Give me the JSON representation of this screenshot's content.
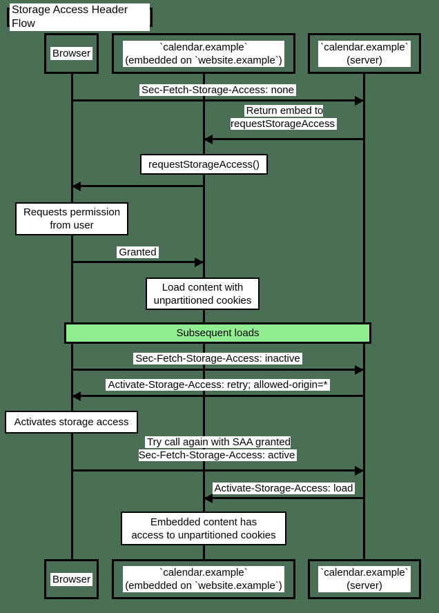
{
  "title": "Storage Access Header Flow",
  "colors": {
    "background": "#4a6f54",
    "line": "#000000",
    "label_background": "#ffffff",
    "text": "#000000",
    "loop_band_fill": "#90ee90"
  },
  "participants": {
    "browser": {
      "label": "Browser"
    },
    "embed": {
      "label": "`calendar.example`\n(embedded on `website.example`)"
    },
    "server": {
      "label": "`calendar.example`\n(server)"
    }
  },
  "messages": [
    {
      "label": "Sec-Fetch-Storage-Access: none",
      "from": "browser",
      "to": "server",
      "direction": "right"
    },
    {
      "label": "Return embed to\nrequestStorageAccess",
      "from": "server",
      "to": "embed",
      "direction": "left"
    },
    {
      "label": "requestStorageAccess()",
      "from": "embed",
      "to": "browser",
      "direction": "left",
      "boxed": true
    },
    {
      "label": "Granted",
      "from": "browser",
      "to": "embed",
      "direction": "right"
    },
    {
      "label": "Sec-Fetch-Storage-Access: inactive",
      "from": "browser",
      "to": "server",
      "direction": "right"
    },
    {
      "label": "Activate-Storage-Access: retry; allowed-origin=*",
      "from": "server",
      "to": "browser",
      "direction": "left"
    },
    {
      "label": "Try call again with SAA granted\nSec-Fetch-Storage-Access: active",
      "from": "browser",
      "to": "server",
      "direction": "right"
    },
    {
      "label": "Activate-Storage-Access: load",
      "from": "server",
      "to": "embed",
      "direction": "left"
    }
  ],
  "notes": [
    {
      "label": "Requests permission\nfrom user",
      "over": "browser"
    },
    {
      "label": "Load content with\nunpartitioned cookies",
      "over": "embed"
    },
    {
      "label": "Activates storage access",
      "over": "browser"
    },
    {
      "label": "Embedded content has\naccess to unpartitioned cookies",
      "over": "embed"
    }
  ],
  "loop_band": {
    "label": "Subsequent loads"
  }
}
